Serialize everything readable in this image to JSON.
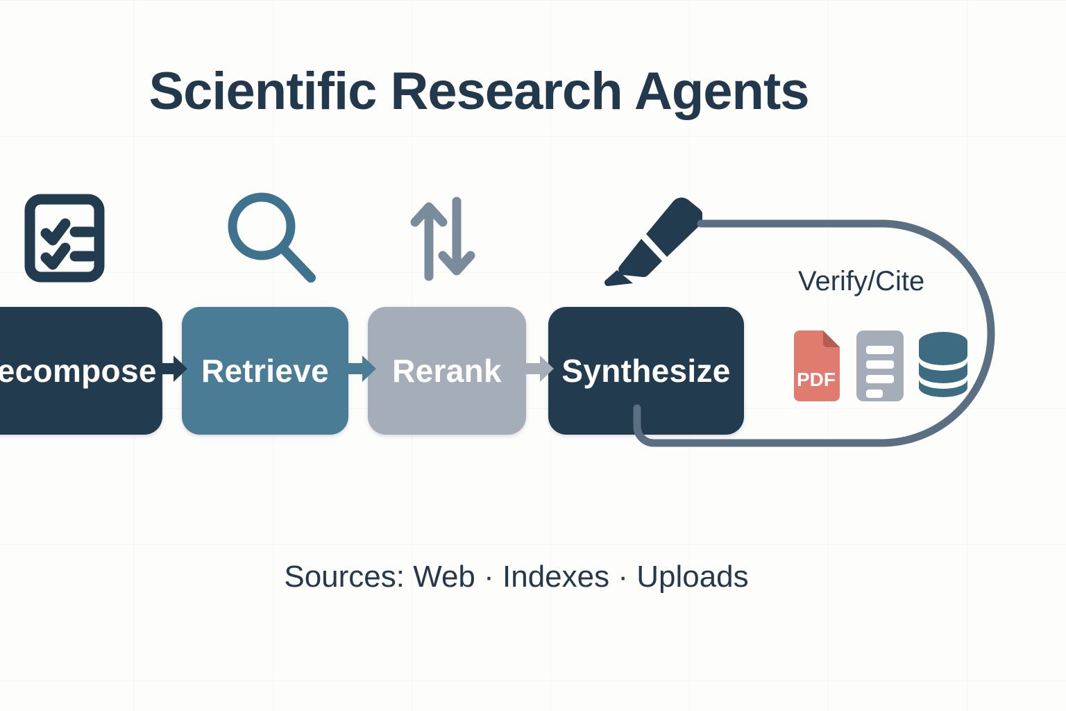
{
  "title": "Scientific Research Agents",
  "pipeline": {
    "stages": [
      {
        "label": "Decompose",
        "color": "#233b4f",
        "icon": "checklist-icon"
      },
      {
        "label": "Retrieve",
        "color": "#4a7c96",
        "icon": "magnifier-icon"
      },
      {
        "label": "Rerank",
        "color": "#a5aeb8",
        "icon": "sort-arrows-icon"
      },
      {
        "label": "Synthesize",
        "color": "#233b4f",
        "icon": "highlighter-icon"
      }
    ],
    "arrow_colors": [
      "#233b4f",
      "#4a7c96",
      "#a5aeb8"
    ]
  },
  "feedback": {
    "label": "Verify/Cite",
    "loop_color": "#5a6f82"
  },
  "sources": {
    "icons": [
      {
        "name": "pdf-file-icon",
        "label": "PDF",
        "color": "#e07b6f"
      },
      {
        "name": "document-icon",
        "label": "",
        "color": "#a5aeb8"
      },
      {
        "name": "database-icon",
        "label": "",
        "color": "#3d6b82"
      }
    ]
  },
  "footer": {
    "caption": "Sources: Web · Indexes · Uploads"
  },
  "colors": {
    "background": "#fdfdfc",
    "title": "#22384d",
    "text_dark": "#26384b"
  }
}
